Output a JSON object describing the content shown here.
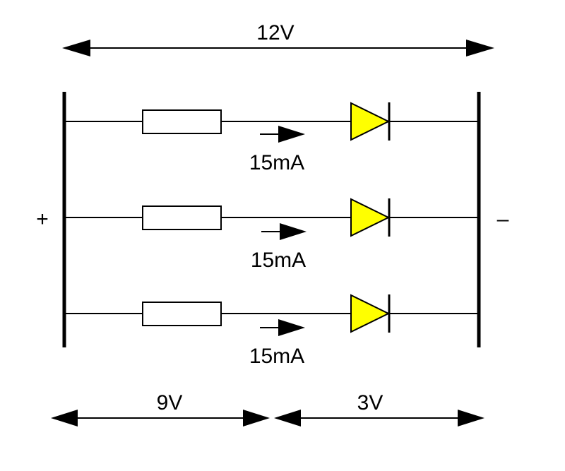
{
  "labels": {
    "total_voltage": "12V",
    "resistor_voltage": "9V",
    "led_voltage": "3V",
    "positive": "+",
    "negative": "–"
  },
  "branches": [
    {
      "current": "15mA"
    },
    {
      "current": "15mA"
    },
    {
      "current": "15mA"
    }
  ],
  "colors": {
    "led_fill": "#ffff00",
    "resistor_fill": "#ffffff",
    "line": "#000000"
  }
}
